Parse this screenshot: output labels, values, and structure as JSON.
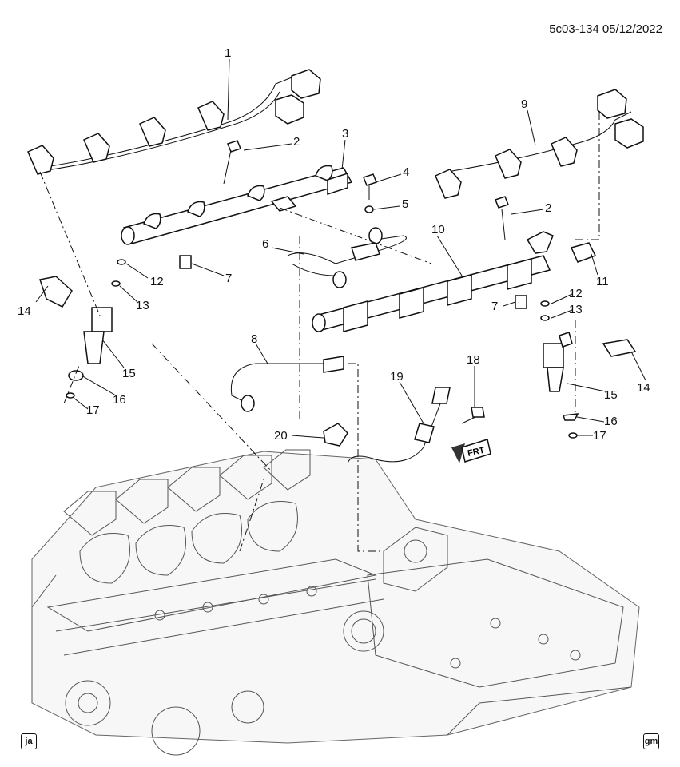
{
  "header": {
    "code": "5c03-134  05/12/2022"
  },
  "footer": {
    "left_badge": "ja",
    "right_badge": "gm"
  },
  "callouts": [
    {
      "label": "1"
    },
    {
      "label": "2"
    },
    {
      "label": "3"
    },
    {
      "label": "4"
    },
    {
      "label": "5"
    },
    {
      "label": "6"
    },
    {
      "label": "7"
    },
    {
      "label": "8"
    },
    {
      "label": "9"
    },
    {
      "label": "10"
    },
    {
      "label": "2"
    },
    {
      "label": "11"
    },
    {
      "label": "12"
    },
    {
      "label": "13"
    },
    {
      "label": "7"
    },
    {
      "label": "12"
    },
    {
      "label": "13"
    },
    {
      "label": "14"
    },
    {
      "label": "15"
    },
    {
      "label": "16"
    },
    {
      "label": "17"
    },
    {
      "label": "14"
    },
    {
      "label": "15"
    },
    {
      "label": "16"
    },
    {
      "label": "17"
    },
    {
      "label": "18"
    },
    {
      "label": "19"
    },
    {
      "label": "20"
    }
  ],
  "direction_arrow": {
    "label": "FRT"
  }
}
